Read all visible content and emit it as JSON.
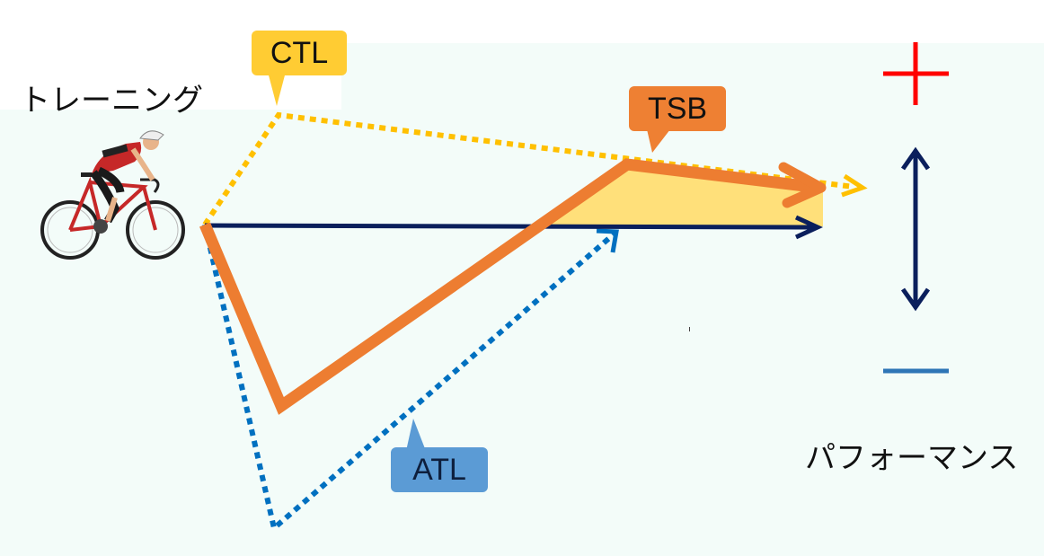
{
  "labels": {
    "training": "トレーニング",
    "performance": "パフォーマンス",
    "ctl": "CTL",
    "tsb": "TSB",
    "atl": "ATL"
  },
  "legend_scale": {
    "plus": "+",
    "minus": "−"
  },
  "colors": {
    "ctl": "#ffc000",
    "tsb": "#ed7d31",
    "atl": "#0070c0",
    "axis": "#0a1f5c",
    "plus": "#ff0000",
    "minus": "#2e75b6",
    "tsb_fill": "#ffe07a",
    "background": "#f3fcf9"
  },
  "icons": [
    "cyclist-icon"
  ]
}
